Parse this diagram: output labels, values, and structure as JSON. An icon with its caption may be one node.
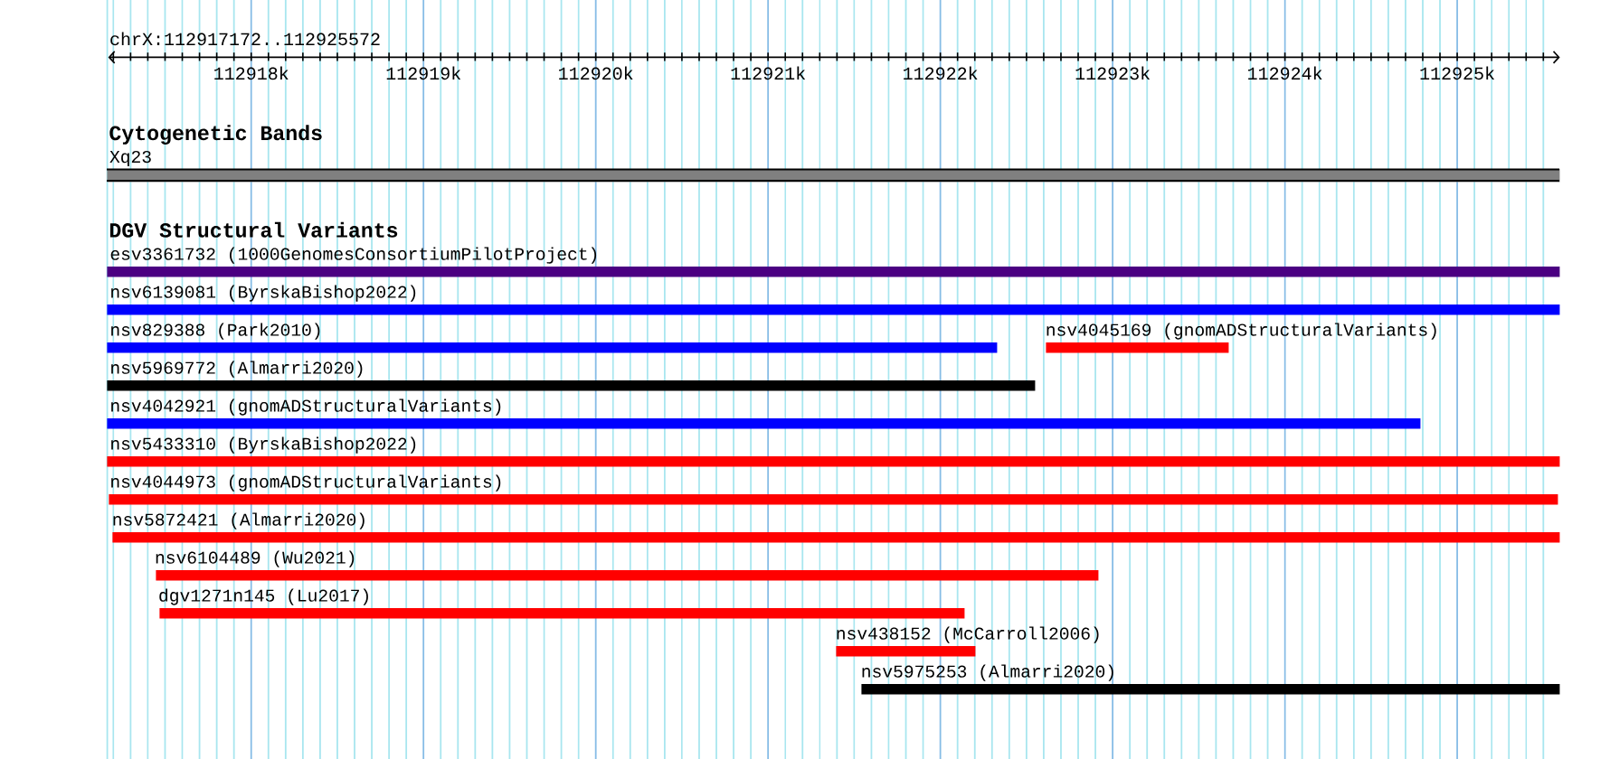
{
  "diagram": {
    "nodes": [
      {
        "text": [
          "Xq23"
        ]
      },
      {
        "text": [
          "esv3361732 (1000GenomesConsortiumPilotProject)"
        ]
      },
      {
        "text": [
          "nsv6139081 (ByrskaBishop2022)"
        ]
      },
      {
        "text": [
          "nsv829388 (Park2010)"
        ]
      },
      {
        "text": [
          "nsv4045169 (gnomADStructuralVariants)"
        ]
      },
      {
        "text": [
          "nsv5969772 (Almarri2020)"
        ]
      },
      {
        "text": [
          "nsv4042921 (gnomADStructuralVariants)"
        ]
      },
      {
        "text": [
          "nsv5433310 (ByrskaBishop2022)"
        ]
      },
      {
        "text": [
          "nsv4044973 (gnomADStructuralVariants)"
        ]
      },
      {
        "text": [
          "nsv5872421 (Almarri2020)"
        ]
      },
      {
        "text": [
          "nsv6104489 (Wu2021)"
        ]
      },
      {
        "text": [
          "dgv1271n145 (Lu2017)"
        ]
      },
      {
        "text": [
          "nsv438152 (McCarroll2006)"
        ]
      },
      {
        "text": [
          "nsv5975253 (Almarri2020)"
        ]
      }
    ],
    "labels": [
      "chrX:112917172..112925572",
      "112918k",
      "112919k",
      "112920k",
      "112921k",
      "112922k",
      "112923k",
      "112924k",
      "112925k",
      "Cytogenetic Bands",
      "DGV Structural Variants"
    ]
  }
}
